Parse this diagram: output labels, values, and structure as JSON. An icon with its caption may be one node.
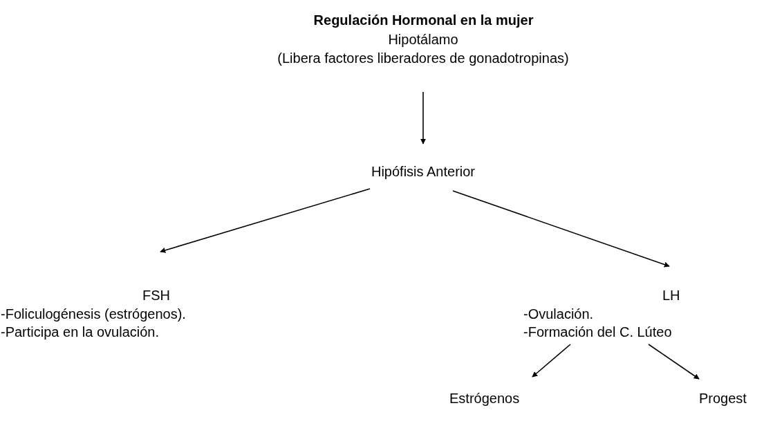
{
  "diagram": {
    "title": "Regulación Hormonal en la mujer",
    "nodes": [
      {
        "text": [
          "Hipotálamo",
          "(Libera factores liberadores de gonadotropinas)"
        ]
      },
      {
        "text": [
          "Hipófisis Anterior"
        ]
      },
      {
        "text": [
          "FSH",
          "-Foliculogénesis (estrógenos).",
          "-Participa en la ovulación."
        ]
      },
      {
        "text": [
          "LH",
          "-Ovulación.",
          "-Formación del C. Lúteo"
        ]
      },
      {
        "text": [
          "Estrógenos"
        ]
      },
      {
        "text": [
          "Progest"
        ]
      }
    ],
    "edges": [
      {
        "from": 0,
        "to": 1,
        "arrow": "to"
      },
      {
        "from": 1,
        "to": 2,
        "arrow": "to"
      },
      {
        "from": 1,
        "to": 3,
        "arrow": "to"
      },
      {
        "from": 3,
        "to": 4,
        "arrow": "to"
      },
      {
        "from": 3,
        "to": 5,
        "arrow": "to"
      }
    ]
  }
}
